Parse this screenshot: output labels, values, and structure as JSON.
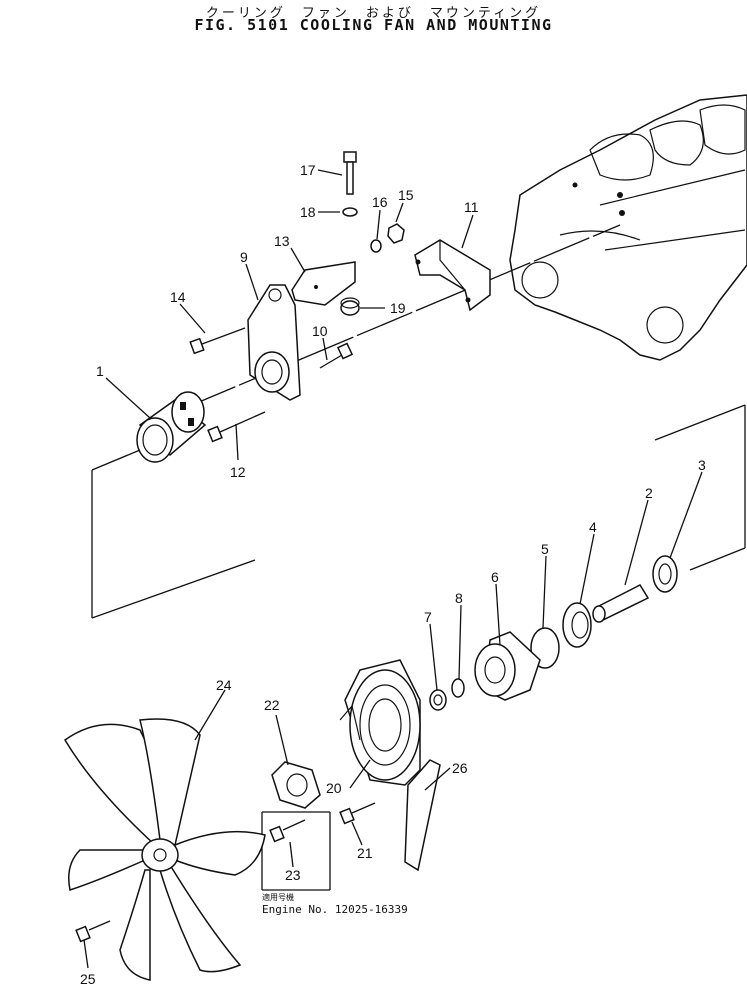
{
  "header": {
    "title_jp": "クーリング　ファン　および　マウンティング",
    "title_en": "FIG. 5101  COOLING FAN AND MOUNTING"
  },
  "callouts": [
    "1",
    "2",
    "3",
    "4",
    "5",
    "6",
    "7",
    "8",
    "9",
    "10",
    "11",
    "12",
    "13",
    "14",
    "15",
    "16",
    "17",
    "18",
    "19",
    "20",
    "21",
    "22",
    "23",
    "24",
    "25",
    "26"
  ],
  "applicability_note": {
    "jp": "適用号機",
    "en": "Engine No. 12025-16339"
  }
}
